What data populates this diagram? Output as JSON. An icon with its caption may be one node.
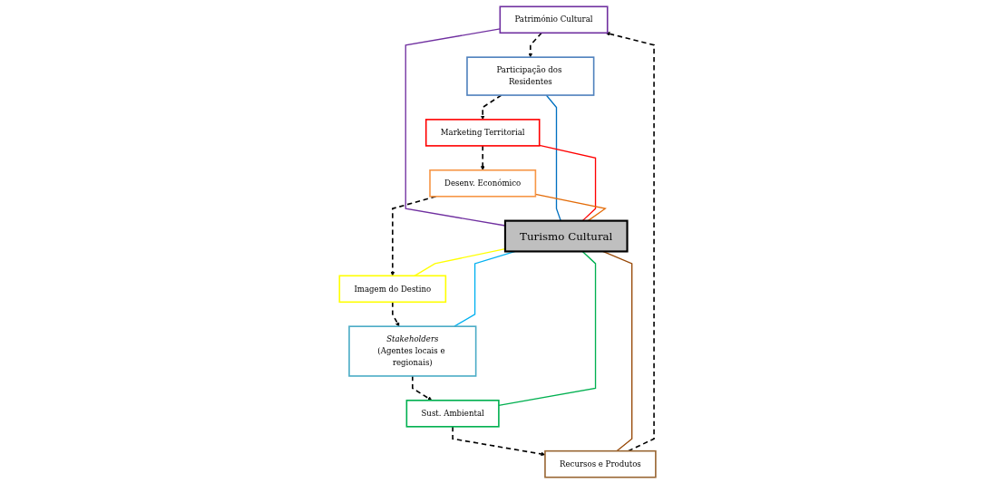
{
  "diagram": {
    "nodes": [
      {
        "text": [
          "Património Cultural"
        ]
      },
      {
        "text": [
          "Participação dos Residentes"
        ]
      },
      {
        "text": [
          "Marketing Territorial"
        ]
      },
      {
        "text": [
          "Desenv. Económico"
        ]
      },
      {
        "text": [
          "Turismo Cultural"
        ]
      },
      {
        "text": [
          "Recursos e Produtos"
        ]
      },
      {
        "text": [
          "Sust. Ambiental"
        ]
      },
      {
        "text": [
          "Stakeholders",
          "(Agentes locais e regionais)"
        ]
      },
      {
        "text": [
          "Imagem do Destino"
        ]
      }
    ],
    "edges": [
      {
        "from": 0,
        "to": 1,
        "arrow": "to",
        "style": "dashed"
      },
      {
        "from": 1,
        "to": 2,
        "arrow": "to",
        "style": "dashed"
      },
      {
        "from": 2,
        "to": 3,
        "arrow": "to",
        "style": "dashed"
      },
      {
        "from": 3,
        "to": 8,
        "arrow": "to",
        "style": "dashed"
      },
      {
        "from": 8,
        "to": 7,
        "arrow": "to",
        "style": "dashed"
      },
      {
        "from": 7,
        "to": 6,
        "arrow": "to",
        "style": "dashed"
      },
      {
        "from": 6,
        "to": 5,
        "arrow": "to",
        "style": "dashed"
      },
      {
        "from": 5,
        "to": 0,
        "arrow": "to",
        "style": "dashed"
      },
      {
        "from": 0,
        "to": 4,
        "arrow": "none",
        "color": "#7030a0"
      },
      {
        "from": 1,
        "to": 4,
        "arrow": "none",
        "color": "#0070c0"
      },
      {
        "from": 2,
        "to": 4,
        "arrow": "none",
        "color": "#ff0000"
      },
      {
        "from": 3,
        "to": 4,
        "arrow": "none",
        "color": "#e36c09"
      },
      {
        "from": 4,
        "to": 5,
        "arrow": "none",
        "color": "#974806"
      },
      {
        "from": 4,
        "to": 6,
        "arrow": "none",
        "color": "#00b050"
      },
      {
        "from": 4,
        "to": 7,
        "arrow": "none",
        "color": "#00b0f0"
      },
      {
        "from": 4,
        "to": 8,
        "arrow": "none",
        "color": "#ffff00"
      }
    ]
  }
}
